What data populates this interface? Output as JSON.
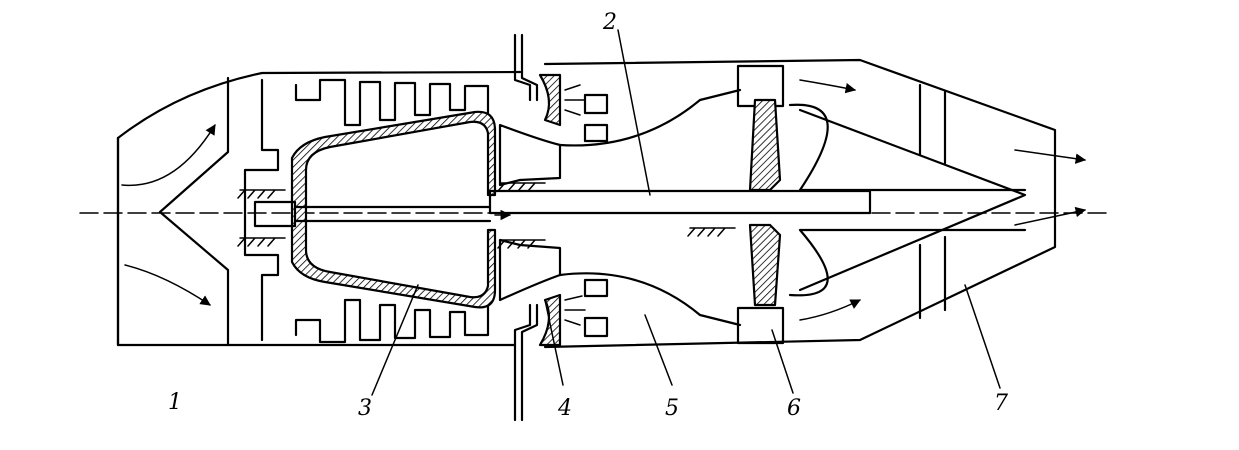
{
  "labels": {
    "l1": "1",
    "l2": "2",
    "l3": "3",
    "l4": "4",
    "l5": "5",
    "l6": "6",
    "l7": "7"
  }
}
